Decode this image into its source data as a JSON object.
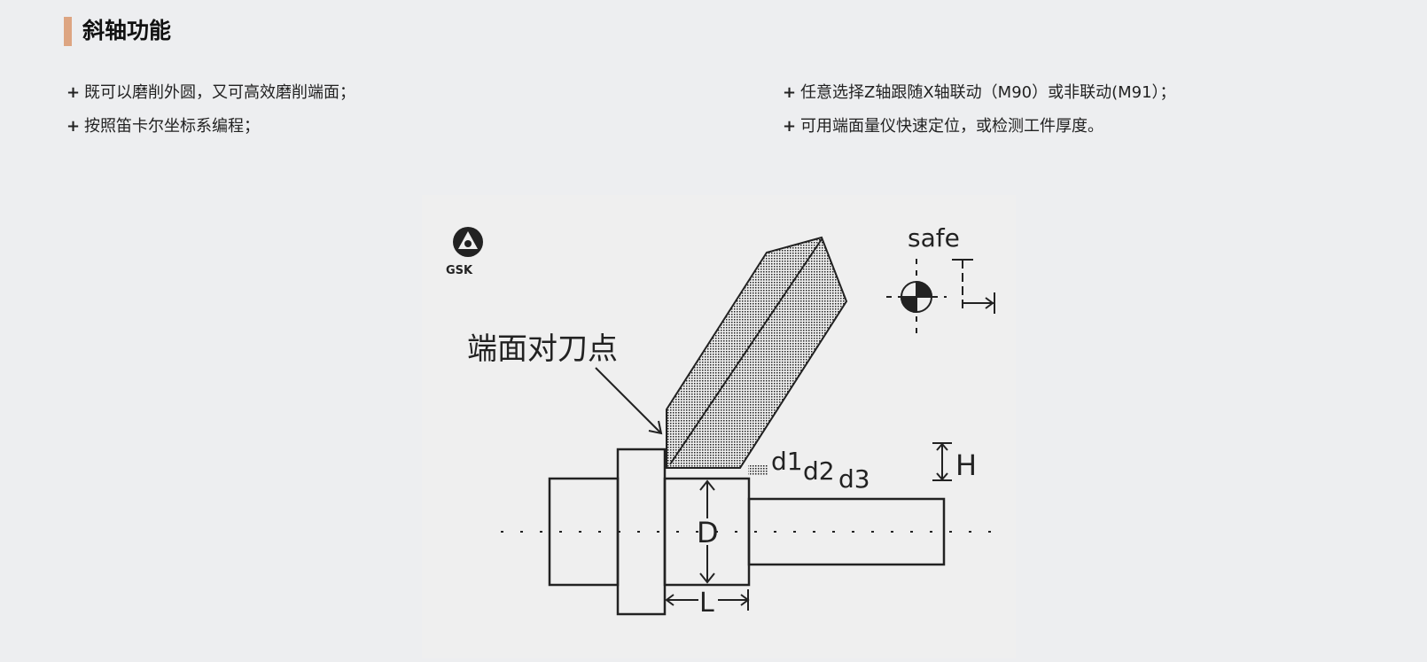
{
  "section": {
    "title": "斜轴功能"
  },
  "features_left": [
    {
      "bullet": "+",
      "text": "既可以磨削外圆，又可高效磨削端面；"
    },
    {
      "bullet": "+",
      "text": "按照笛卡尔坐标系编程；"
    }
  ],
  "features_right": [
    {
      "bullet": "+",
      "text": "任意选择Z轴跟随X轴联动（M90）或非联动(M91）；"
    },
    {
      "bullet": "+",
      "text": "可用端面量仪快速定位，或检测工件厚度。"
    }
  ],
  "diagram": {
    "logo_text": "GSK",
    "safe_label": "safe",
    "face_point_label": "端面对刀点",
    "d1": "d1",
    "d2": "d2",
    "d3": "d3",
    "H": "H",
    "D": "D",
    "L": "L"
  },
  "colors": {
    "accent": "#dda582",
    "background": "#edeef0"
  }
}
